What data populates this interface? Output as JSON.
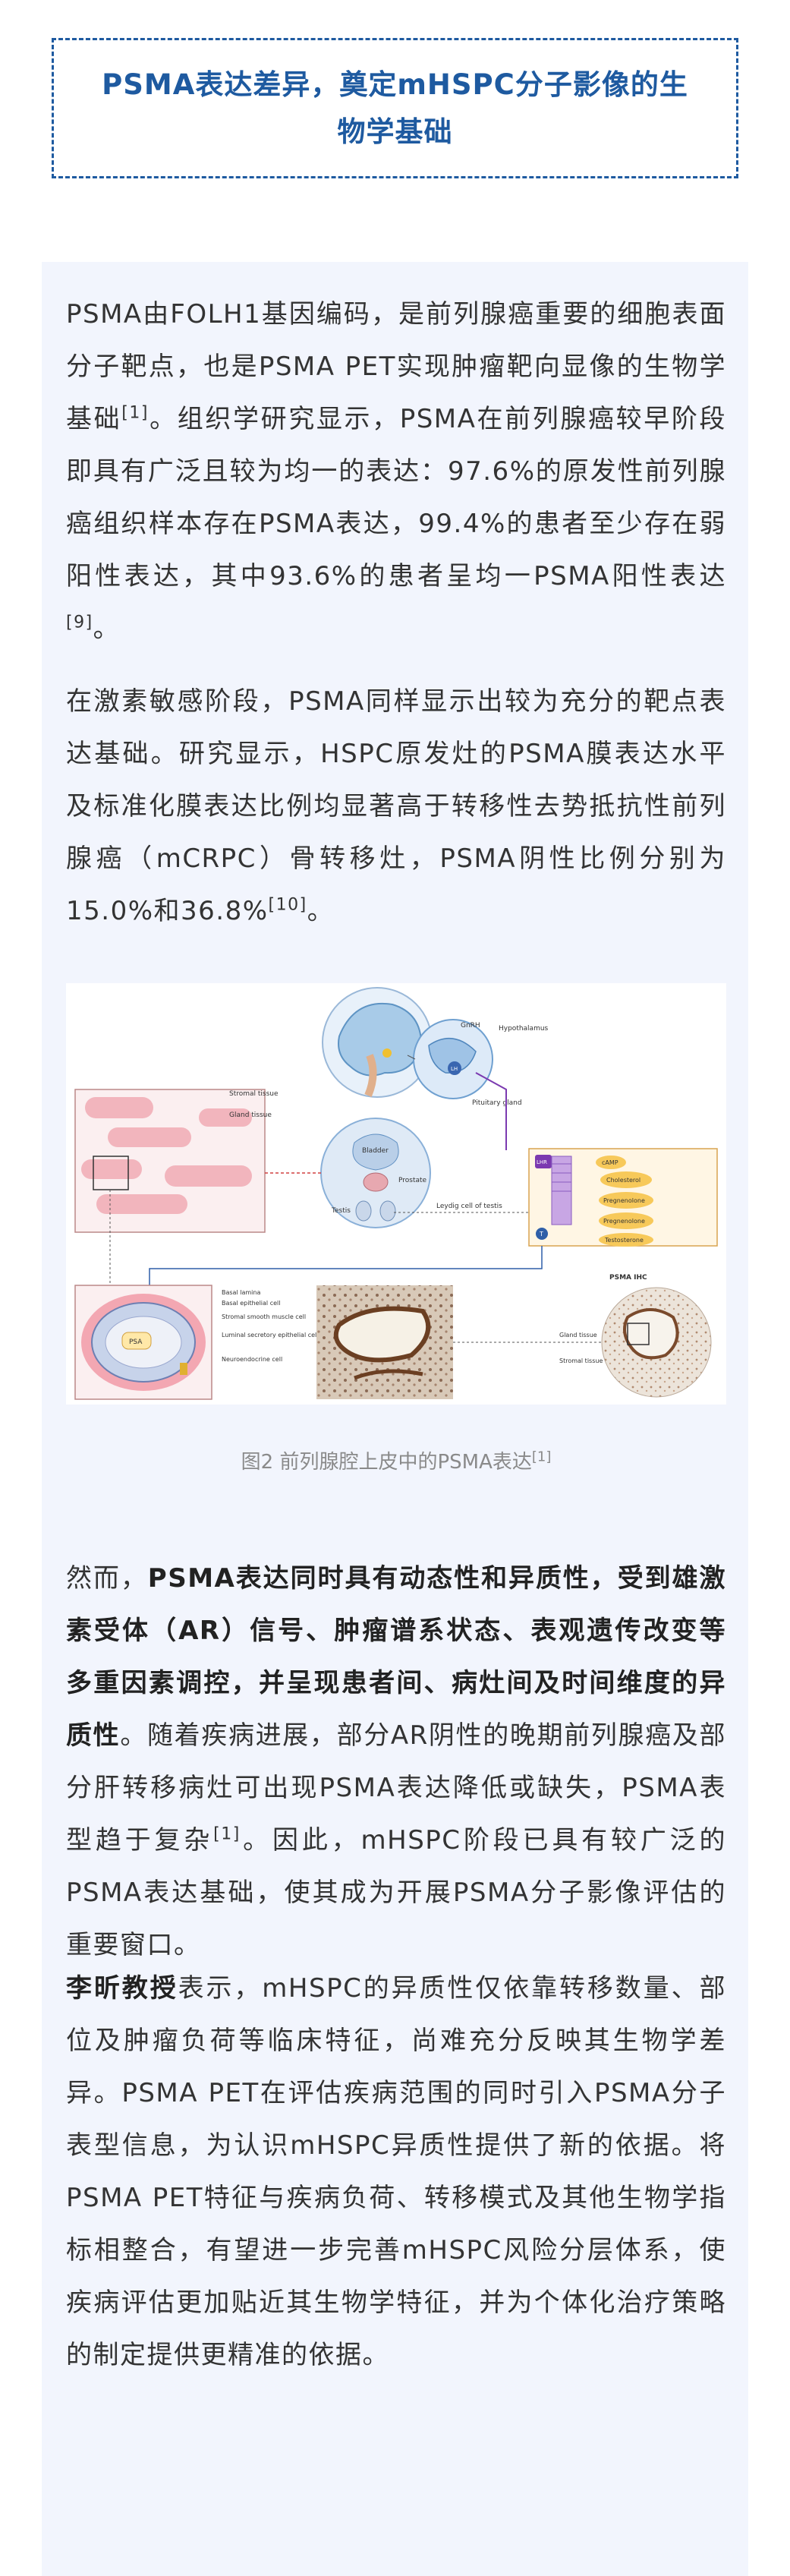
{
  "title": {
    "line1": "PSMA表达差异，奠定mHSPC分子影像的生",
    "line2": "物学基础"
  },
  "para1": {
    "text_a": "PSMA由FOLH1基因编码，是前列腺癌重要的细胞表面分子靶点，也是PSMA PET实现肿瘤靶向显像的生物学基础",
    "ref_a": "[1]",
    "text_b": "。组织学研究显示，PSMA在前列腺癌较早阶段即具有广泛且较为均一的表达：97.6%的原发性前列腺癌组织样本存在PSMA表达，99.4%的患者至少存在弱阳性表达，其中93.6%的患者呈均一PSMA阳性表达",
    "ref_b": "[9]",
    "text_c": "。"
  },
  "para2": {
    "text_a": "在激素敏感阶段，PSMA同样显示出较为充分的靶点表达基础。研究显示，HSPC原发灶的PSMA膜表达水平及标准化膜表达比例均显著高于转移性去势抵抗性前列腺癌（mCRPC）骨转移灶，PSMA阴性比例分别为15.0%和36.8%",
    "ref_a": "[10]",
    "text_b": "。"
  },
  "figure": {
    "labels": {
      "gnrh": "GnRH",
      "hypothalamus": "Hypothalamus",
      "lh": "LH",
      "pituitary": "Pituitary gland",
      "stromal": "Stromal tissue",
      "gland": "Gland tissue",
      "bladder": "Bladder",
      "prostate": "Prostate",
      "testis": "Testis",
      "leydig": "Leydig cell of testis",
      "lhr": "LHR",
      "camp": "cAMP",
      "cholesterol": "Cholesterol",
      "pregnenolone1": "Pregnenolone",
      "pregnenolone2": "Pregnenolone",
      "testosterone": "Testosterone",
      "t": "T",
      "basal_lamina": "Basal lamina",
      "basal_epi": "Basal epithelial cell",
      "stromal_smooth": "Stromal smooth muscle cell",
      "luminal": "Luminal secretory epithelial cell",
      "neuro": "Neuroendocrine cell",
      "psa": "PSA",
      "psma_ihc": "PSMA IHC",
      "gland2": "Gland tissue",
      "stromal2": "Stromal tissue"
    },
    "caption": "图2 前列腺腔上皮中的PSMA表达",
    "caption_ref": "[1]"
  },
  "para3": {
    "text_a": "然而，",
    "bold_a": "PSMA表达同时具有动态性和异质性，受到雄激素受体（AR）信号、肿瘤谱系状态、表观遗传改变等多重因素调控，并呈现患者间、病灶间及时间维度的异质性",
    "text_b": "。随着疾病进展，部分AR阴性的晚期前列腺癌及部分肝转移病灶可出现PSMA表达降低或缺失，PSMA表型趋于复杂",
    "ref_a": "[1]",
    "text_c": "。因此，mHSPC阶段已具有较广泛的PSMA表达基础，使其成为开展PSMA分子影像评估的重要窗口。"
  },
  "para4": {
    "bold_a": "李昕教授",
    "text_a": "表示，mHSPC的异质性仅依靠转移数量、部位及肿瘤负荷等临床特征，尚难充分反映其生物学差异。PSMA PET在评估疾病范围的同时引入PSMA分子表型信息，为认识mHSPC异质性提供了新的依据。将PSMA PET特征与疾病负荷、转移模式及其他生物学指标相整合，有望进一步完善mHSPC风险分层体系，使疾病评估更加贴近其生物学特征，并为个体化治疗策略的制定提供更精准的依据。"
  },
  "colors": {
    "title": "#1e5aa0",
    "panel_bg": "#f2f5fd",
    "body_text": "#333333",
    "caption": "#8a8a8a"
  }
}
